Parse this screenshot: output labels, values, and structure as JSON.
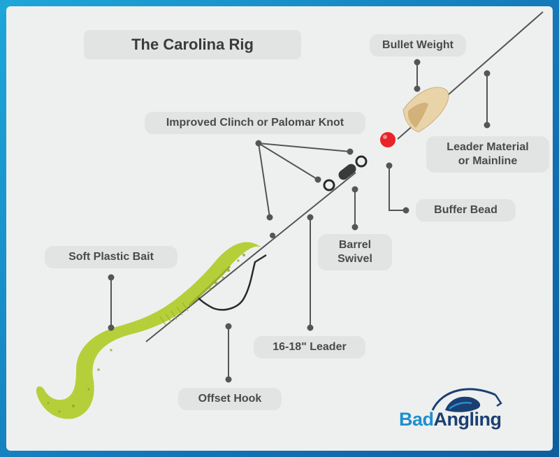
{
  "title": "The Carolina Rig",
  "labels": {
    "bullet_weight": "Bullet Weight",
    "knot": "Improved Clinch or Palomar Knot",
    "leader_material_line1": "Leader Material",
    "leader_material_line2": "or Mainline",
    "buffer_bead": "Buffer Bead",
    "barrel_swivel_line1": "Barrel",
    "barrel_swivel_line2": "Swivel",
    "soft_plastic_bait": "Soft Plastic Bait",
    "leader_length": "16-18\" Leader",
    "offset_hook": "Offset Hook"
  },
  "logo": {
    "part1": "Bad",
    "part2": "Angling"
  },
  "colors": {
    "background_blue": "#1479ba",
    "panel": "#eef0ef",
    "pill": "#e1e4e3",
    "label_text": "#4a4a4a",
    "line": "#555555",
    "bead": "#e8232a",
    "weight": "#e9d3a8",
    "bait": "#b5cf3a",
    "logo_light": "#1f8fd0",
    "logo_dark": "#1b3f72"
  }
}
